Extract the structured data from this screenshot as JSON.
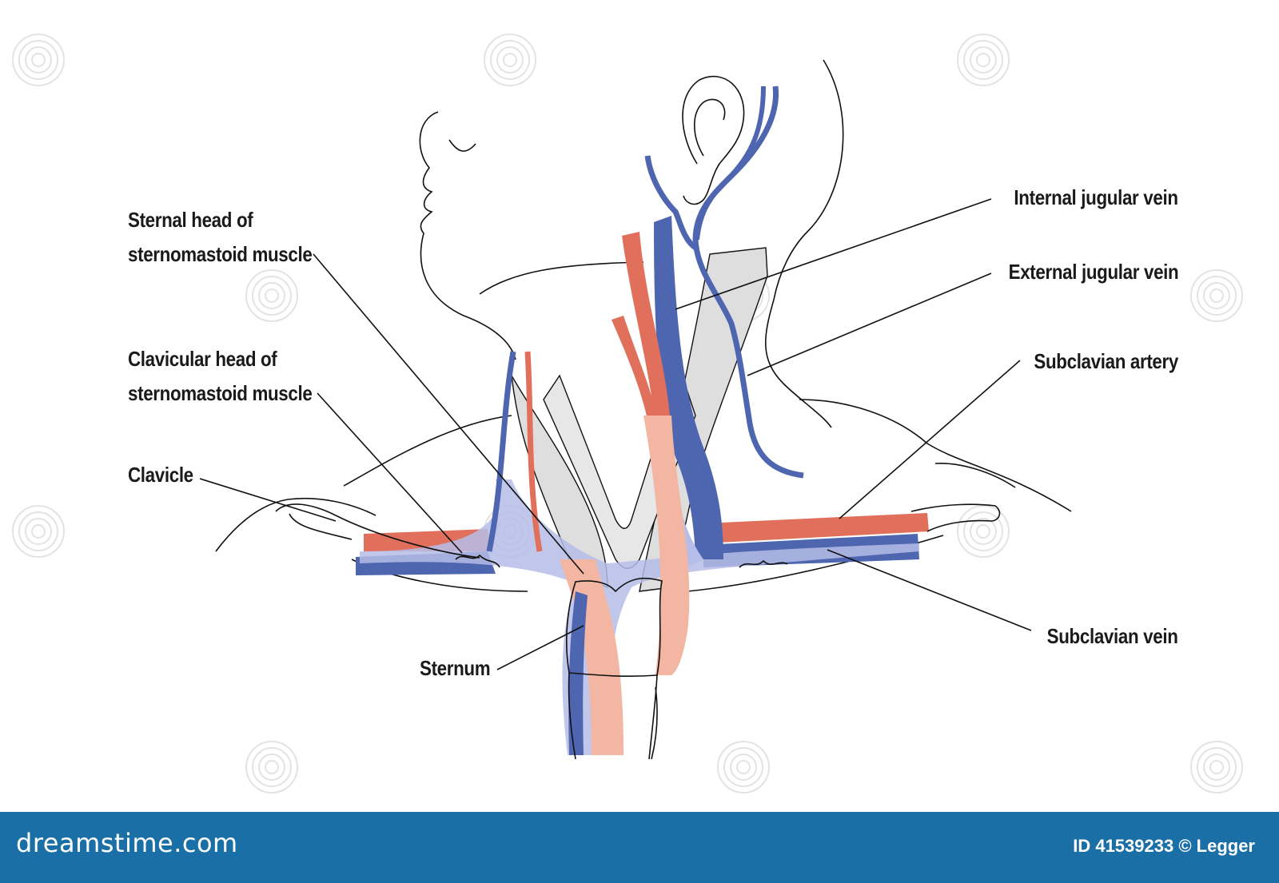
{
  "labels": {
    "sternal_head": [
      "Sternal head of",
      "sternomastoid muscle"
    ],
    "clavicular_head": [
      "Clavicular head of",
      "sternomastoid muscle"
    ],
    "clavicle": "Clavicle",
    "sternum": "Sternum",
    "internal_jugular_vein": "Internal jugular vein",
    "external_jugular_vein": "External jugular vein",
    "subclavian_artery": "Subclavian artery",
    "subclavian_vein": "Subclavian vein"
  },
  "footer": {
    "brand": "dreamstime.com",
    "credit": "ID 41539233 © Legger",
    "background_color": "#1a70a6"
  },
  "colors": {
    "artery": "#e0705c",
    "vein": "#4e65b0",
    "vein_light": "#b6bde8",
    "artery_light": "#f2b6a2",
    "muscle": "#dedede",
    "outline": "#111111"
  },
  "icons": [
    "watermark-spiral-icon"
  ]
}
